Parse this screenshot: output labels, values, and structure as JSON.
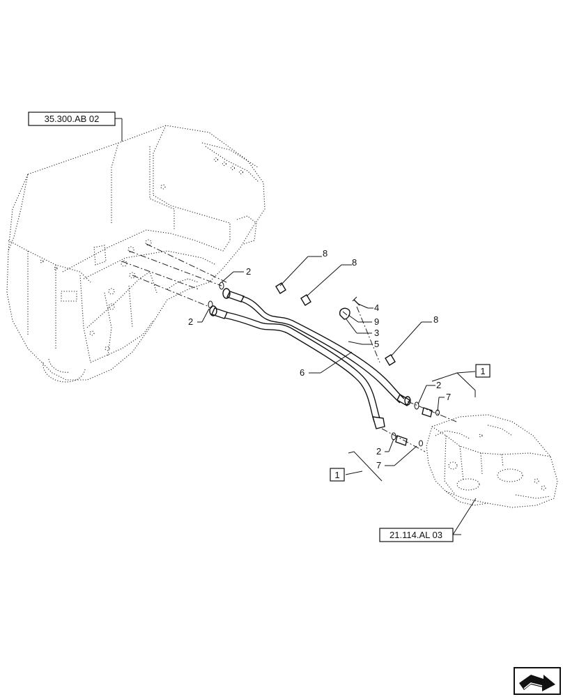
{
  "references": {
    "ref_top": "35.300.AB 02",
    "ref_bottom": "21.114.AL 03"
  },
  "callouts": {
    "item_2": "2",
    "item_3": "3",
    "item_4": "4",
    "item_5": "5",
    "item_6": "6",
    "item_7": "7",
    "item_8": "8",
    "item_9": "9"
  },
  "sheet_refs": {
    "box_1": "1"
  },
  "icons": {
    "nav_icon": "orientation-arrow-icon"
  }
}
